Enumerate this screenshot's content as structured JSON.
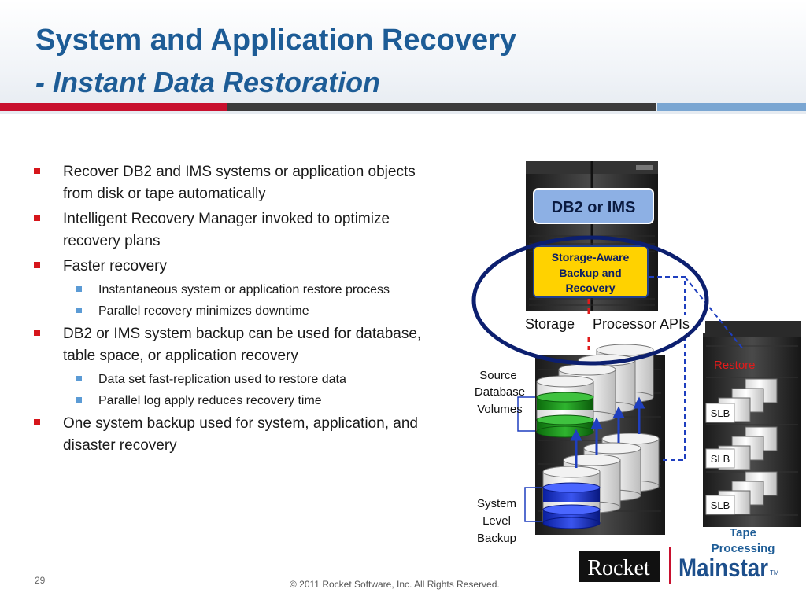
{
  "title": {
    "line1": "System and Application Recovery",
    "line2": "- Instant Data Restoration"
  },
  "bullets": [
    {
      "level": 1,
      "text": "Recover DB2 and IMS systems or application objects from disk or tape automatically"
    },
    {
      "level": 1,
      "text": "Intelligent Recovery Manager invoked to optimize recovery plans"
    },
    {
      "level": 1,
      "text": "Faster recovery"
    },
    {
      "level": 2,
      "text": "Instantaneous system or application restore process"
    },
    {
      "level": 2,
      "text": "Parallel recovery minimizes downtime"
    },
    {
      "level": 1,
      "text": "DB2 or IMS system backup can be used for database, table space, or application recovery"
    },
    {
      "level": 2,
      "text": "Data set fast-replication used to restore data"
    },
    {
      "level": 2,
      "text": "Parallel log apply reduces recovery time"
    },
    {
      "level": 1,
      "text": "One system backup used for system, application, and disaster recovery"
    }
  ],
  "diagram": {
    "db2_label": "DB2 or IMS",
    "storage_aware_line1": "Storage-Aware",
    "storage_aware_line2": "Backup and",
    "storage_aware_line3": "Recovery",
    "storage_label": "Storage",
    "processor_apis_label": "Processor APIs",
    "source_line1": "Source",
    "source_line2": "Database",
    "source_line3": "Volumes",
    "slb_line1": "System",
    "slb_line2": "Level",
    "slb_line3": "Backup",
    "restore_label": "Restore",
    "slb_tag_1": "SLB",
    "slb_tag_2": "SLB",
    "slb_tag_3": "SLB",
    "tape_line1": "Tape",
    "tape_line2": "Processing"
  },
  "footer": {
    "page_number": "29",
    "copyright": "© 2011 Rocket Software, Inc. All Rights Reserved.",
    "logo_rocket": "Rocket",
    "logo_mainstar": "Mainstar",
    "logo_tm": "TM"
  },
  "colors": {
    "title": "#1d5c96",
    "bullet_red": "#d6161b",
    "sub_bullet_blue": "#5b9bd5",
    "accent_red": "#c8102e",
    "accent_blue": "#1f3f8f",
    "storage_box_yellow": "#ffd200",
    "db2_box_blue": "#8db0e4"
  }
}
